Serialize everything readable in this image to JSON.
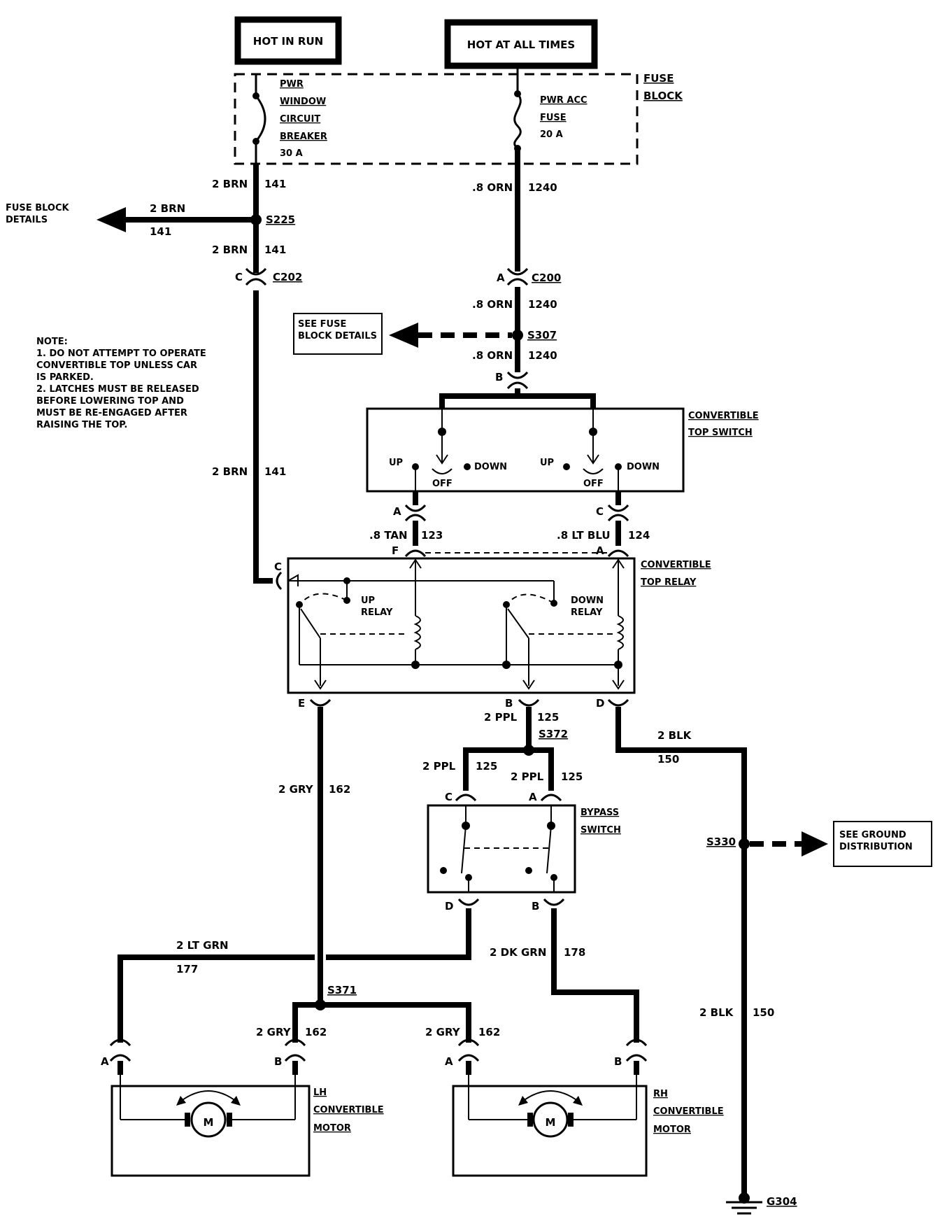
{
  "sources": {
    "hot_in_run": "HOT IN RUN",
    "hot_at_all_times": "HOT AT ALL TIMES"
  },
  "fuse_block": {
    "label_1": "FUSE",
    "label_2": "BLOCK",
    "breaker": [
      "PWR",
      "WINDOW",
      "CIRCUIT",
      "BREAKER",
      "30 A"
    ],
    "fuse": [
      "PWR ACC",
      "FUSE",
      "20 A"
    ]
  },
  "wires": {
    "w141_top": {
      "gauge": "2 BRN",
      "circuit": "141"
    },
    "w141_mid": {
      "gauge": "2 BRN",
      "circuit": "141"
    },
    "w141_left": {
      "gauge": "2 BRN",
      "circuit": "141"
    },
    "w141_low": {
      "gauge": "2 BRN",
      "circuit": "141"
    },
    "w1240_a": {
      "gauge": ".8 ORN",
      "circuit": "1240"
    },
    "w1240_b": {
      "gauge": ".8 ORN",
      "circuit": "1240"
    },
    "w1240_c": {
      "gauge": ".8 ORN",
      "circuit": "1240"
    },
    "w123": {
      "gauge": ".8 TAN",
      "circuit": "123"
    },
    "w124": {
      "gauge": ".8 LT BLU",
      "circuit": "124"
    },
    "w125_a": {
      "gauge": "2 PPL",
      "circuit": "125"
    },
    "w125_b": {
      "gauge": "2 PPL",
      "circuit": "125"
    },
    "w125_c": {
      "gauge": "2 PPL",
      "circuit": "125"
    },
    "w150_a": {
      "gauge": "2 BLK",
      "circuit": "150"
    },
    "w150_b": {
      "gauge": "2 BLK",
      "circuit": "150"
    },
    "w162_a": {
      "gauge": "2 GRY",
      "circuit": "162"
    },
    "w162_b": {
      "gauge": "2 GRY",
      "circuit": "162"
    },
    "w162_c": {
      "gauge": "2 GRY",
      "circuit": "162"
    },
    "w177": {
      "gauge": "2 LT GRN",
      "circuit": "177"
    },
    "w178": {
      "gauge": "2 DK GRN",
      "circuit": "178"
    }
  },
  "splices": {
    "s225": "S225",
    "s307": "S307",
    "s372": "S372",
    "s330": "S330",
    "s371": "S371",
    "g304": "G304"
  },
  "connectors": {
    "c202": "C202",
    "c202_pin": "C",
    "c200": "C200",
    "c200_pin": "A",
    "switch_pin": "B",
    "relay_in_a": "A",
    "relay_in_c": "C",
    "relay_f": "F",
    "relay_a": "A",
    "relay_c": "C",
    "relay_e": "E",
    "relay_b": "B",
    "relay_d": "D",
    "bypass_c": "C",
    "bypass_a": "A",
    "bypass_d": "D",
    "bypass_b": "B",
    "lh_a": "A",
    "lh_b": "B",
    "rh_a": "A",
    "rh_b": "B"
  },
  "refs": {
    "fuse_block_details": [
      "FUSE BLOCK",
      "DETAILS"
    ],
    "see_fuse_block": [
      "SEE FUSE",
      "BLOCK DETAILS"
    ],
    "see_ground": [
      "SEE GROUND",
      "DISTRIBUTION"
    ]
  },
  "note": {
    "lines": [
      "NOTE:",
      "1. DO NOT ATTEMPT TO OPERATE",
      "CONVERTIBLE TOP UNLESS CAR",
      "IS PARKED.",
      "2. LATCHES MUST BE RELEASED",
      "BEFORE LOWERING TOP AND",
      "MUST BE RE-ENGAGED AFTER",
      "RAISING THE TOP."
    ]
  },
  "top_switch": {
    "label": [
      "CONVERTIBLE",
      "TOP SWITCH"
    ],
    "up": "UP",
    "down": "DOWN",
    "off": "OFF"
  },
  "top_relay": {
    "label": [
      "CONVERTIBLE",
      "TOP RELAY"
    ],
    "up_relay": [
      "UP",
      "RELAY"
    ],
    "down_relay": [
      "DOWN",
      "RELAY"
    ]
  },
  "bypass_switch": {
    "label": [
      "BYPASS",
      "SWITCH"
    ]
  },
  "lh_motor": {
    "label": [
      "LH",
      "CONVERTIBLE",
      "MOTOR"
    ],
    "symbol": "M"
  },
  "rh_motor": {
    "label": [
      "RH",
      "CONVERTIBLE",
      "MOTOR"
    ],
    "symbol": "M"
  }
}
